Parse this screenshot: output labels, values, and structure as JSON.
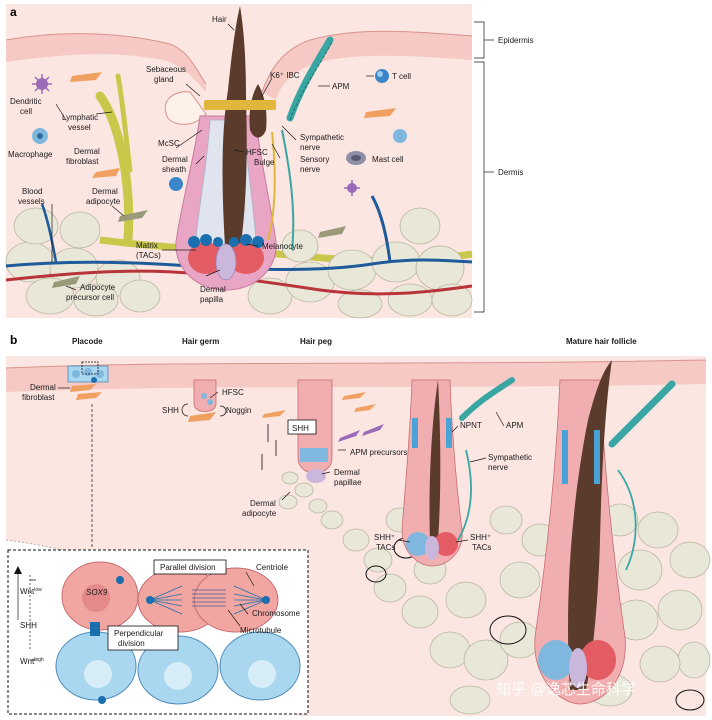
{
  "panel_a": {
    "letter": "a",
    "labels": {
      "hair": "Hair",
      "epidermis": "Epidermis",
      "dermis": "Dermis",
      "k6_ibc": "K6⁺ IBC",
      "sebaceous_gland": "Sebaceous\ngland",
      "apm": "APM",
      "t_cell": "T cell",
      "dendritic_cell": "Dendritic\ncell",
      "lymphatic_vessel": "Lymphatic\nvessel",
      "macrophage": "Macrophage",
      "dermal_fibroblast": "Dermal\nfibroblast",
      "mcsc": "McSC",
      "dermal_sheath": "Dermal\nsheath",
      "hfsc": "HFSC",
      "bulge": "Bulge",
      "sympathetic_nerve": "Sympathetic\nnerve",
      "sensory_nerve": "Sensory\nnerve",
      "mast_cell": "Mast cell",
      "blood_vessels": "Blood\nvessels",
      "dermal_adipocyte": "Dermal\nadipocyte",
      "matrix": "Matrix\n(TACs)",
      "melanocyte": "Melanocyte",
      "adipocyte_precursor": "Adipocyte\nprecursor cell",
      "dermal_papilla": "Dermal\npapilla"
    }
  },
  "panel_b": {
    "letter": "b",
    "stages": [
      "Placode",
      "Hair germ",
      "Hair peg",
      "Mature hair follicle"
    ],
    "labels": {
      "dermal_fibroblast": "Dermal\nfibroblast",
      "hfsc": "HFSC",
      "shh": "SHH",
      "noggin": "Noggin",
      "shh_box": "SHH",
      "apm_precursors": "APM precursors",
      "dermal_papillae": "Dermal\npapillae",
      "dermal_adipocyte": "Dermal\nadipocyte",
      "npnt": "NPNT",
      "apm": "APM",
      "sympathetic_nerve": "Sympathetic\nnerve",
      "shh_tacs_left": "SHH⁺\nTACs",
      "shh_tacs_right": "SHH⁺\nTACs"
    },
    "inset": {
      "sox9": "SOX9",
      "parallel_division": "Parallel division",
      "centriole": "Centriole",
      "chromosome": "Chromosome",
      "microtubule": "Microtubule",
      "perpendicular_division": "Perpendicular\ndivision",
      "wnt_low": "Wnt",
      "wnt_low_sup": "low",
      "shh": "SHH",
      "wnt_high": "Wnt",
      "wnt_high_sup": "high"
    }
  },
  "watermark": "知乎 @逸芯生命科学",
  "colors": {
    "epidermis": "#f6c9c4",
    "dermis": "#fbe6e2",
    "adipocyte": "#e9e8d8",
    "hair": "#5b3b2b",
    "sheath": "#e9a6c4",
    "apm": "#3aa6a3",
    "blood_vessel": "#1f5b9a",
    "artery": "#b8333a",
    "lymph": "#c8c84b",
    "matrix": "#e35b63",
    "melanocyte": "#1b6fae",
    "papilla": "#cbb6dc",
    "inset_cell_red": "#f2a6a2",
    "inset_cell_blue": "#a9d7f0"
  }
}
